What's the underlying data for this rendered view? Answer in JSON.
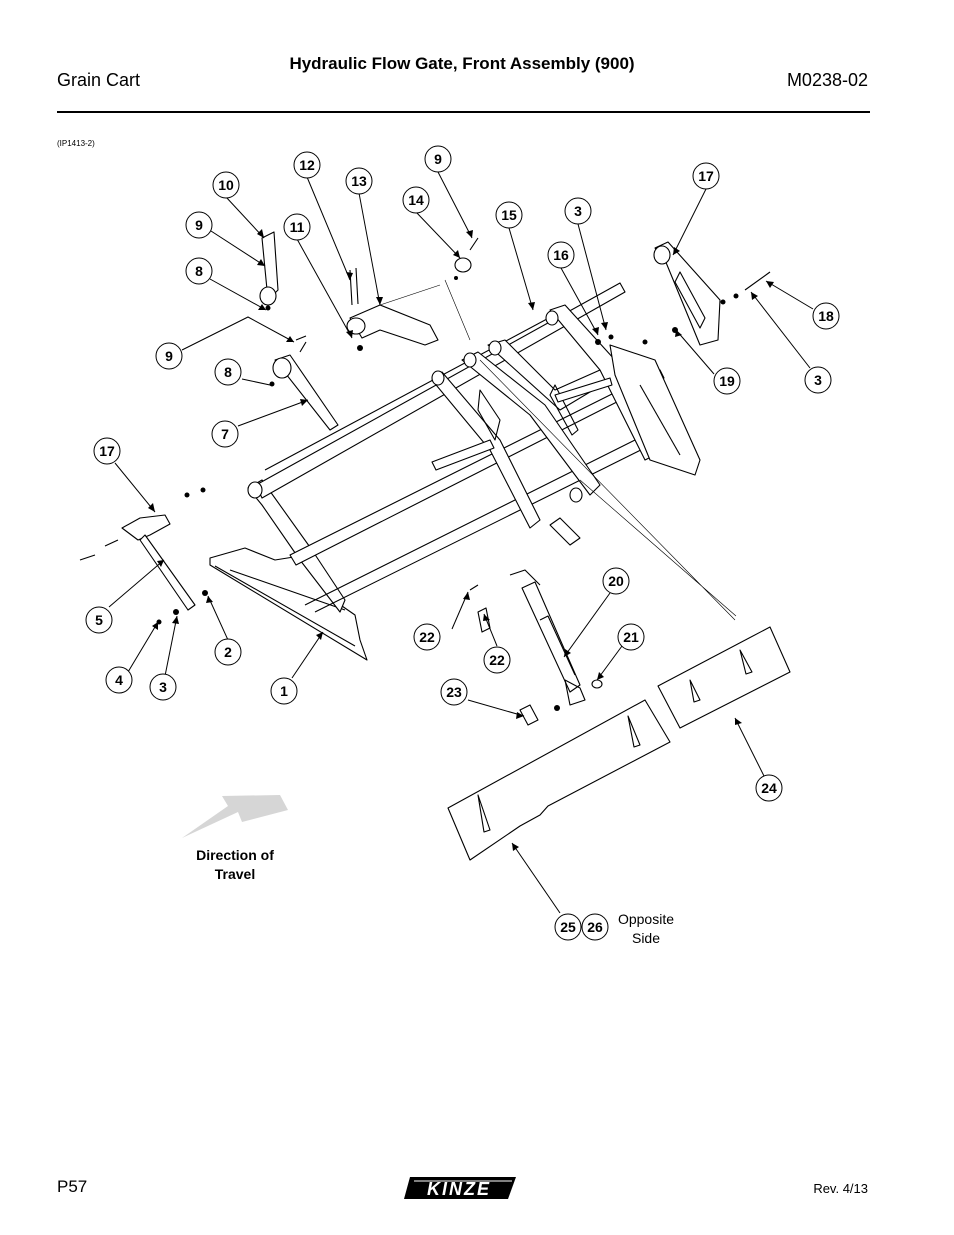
{
  "header": {
    "left": "Grain Cart",
    "title": "Hydraulic Flow Gate, Front Assembly (900)",
    "right": "M0238-02"
  },
  "figure_ref": "(IP1413-2)",
  "callouts": [
    "12",
    "13",
    "9",
    "10",
    "9",
    "11",
    "14",
    "15",
    "3",
    "17",
    "8",
    "16",
    "18",
    "9",
    "8",
    "19",
    "3",
    "7",
    "17",
    "5",
    "2",
    "4",
    "3",
    "1",
    "20",
    "22",
    "21",
    "22",
    "23",
    "24",
    "25",
    "26"
  ],
  "labels": {
    "direction": "Direction of Travel",
    "opposite": "Opposite Side"
  },
  "footer": {
    "page": "P57",
    "logo": "KINZE",
    "rev": "Rev. 4/13"
  }
}
